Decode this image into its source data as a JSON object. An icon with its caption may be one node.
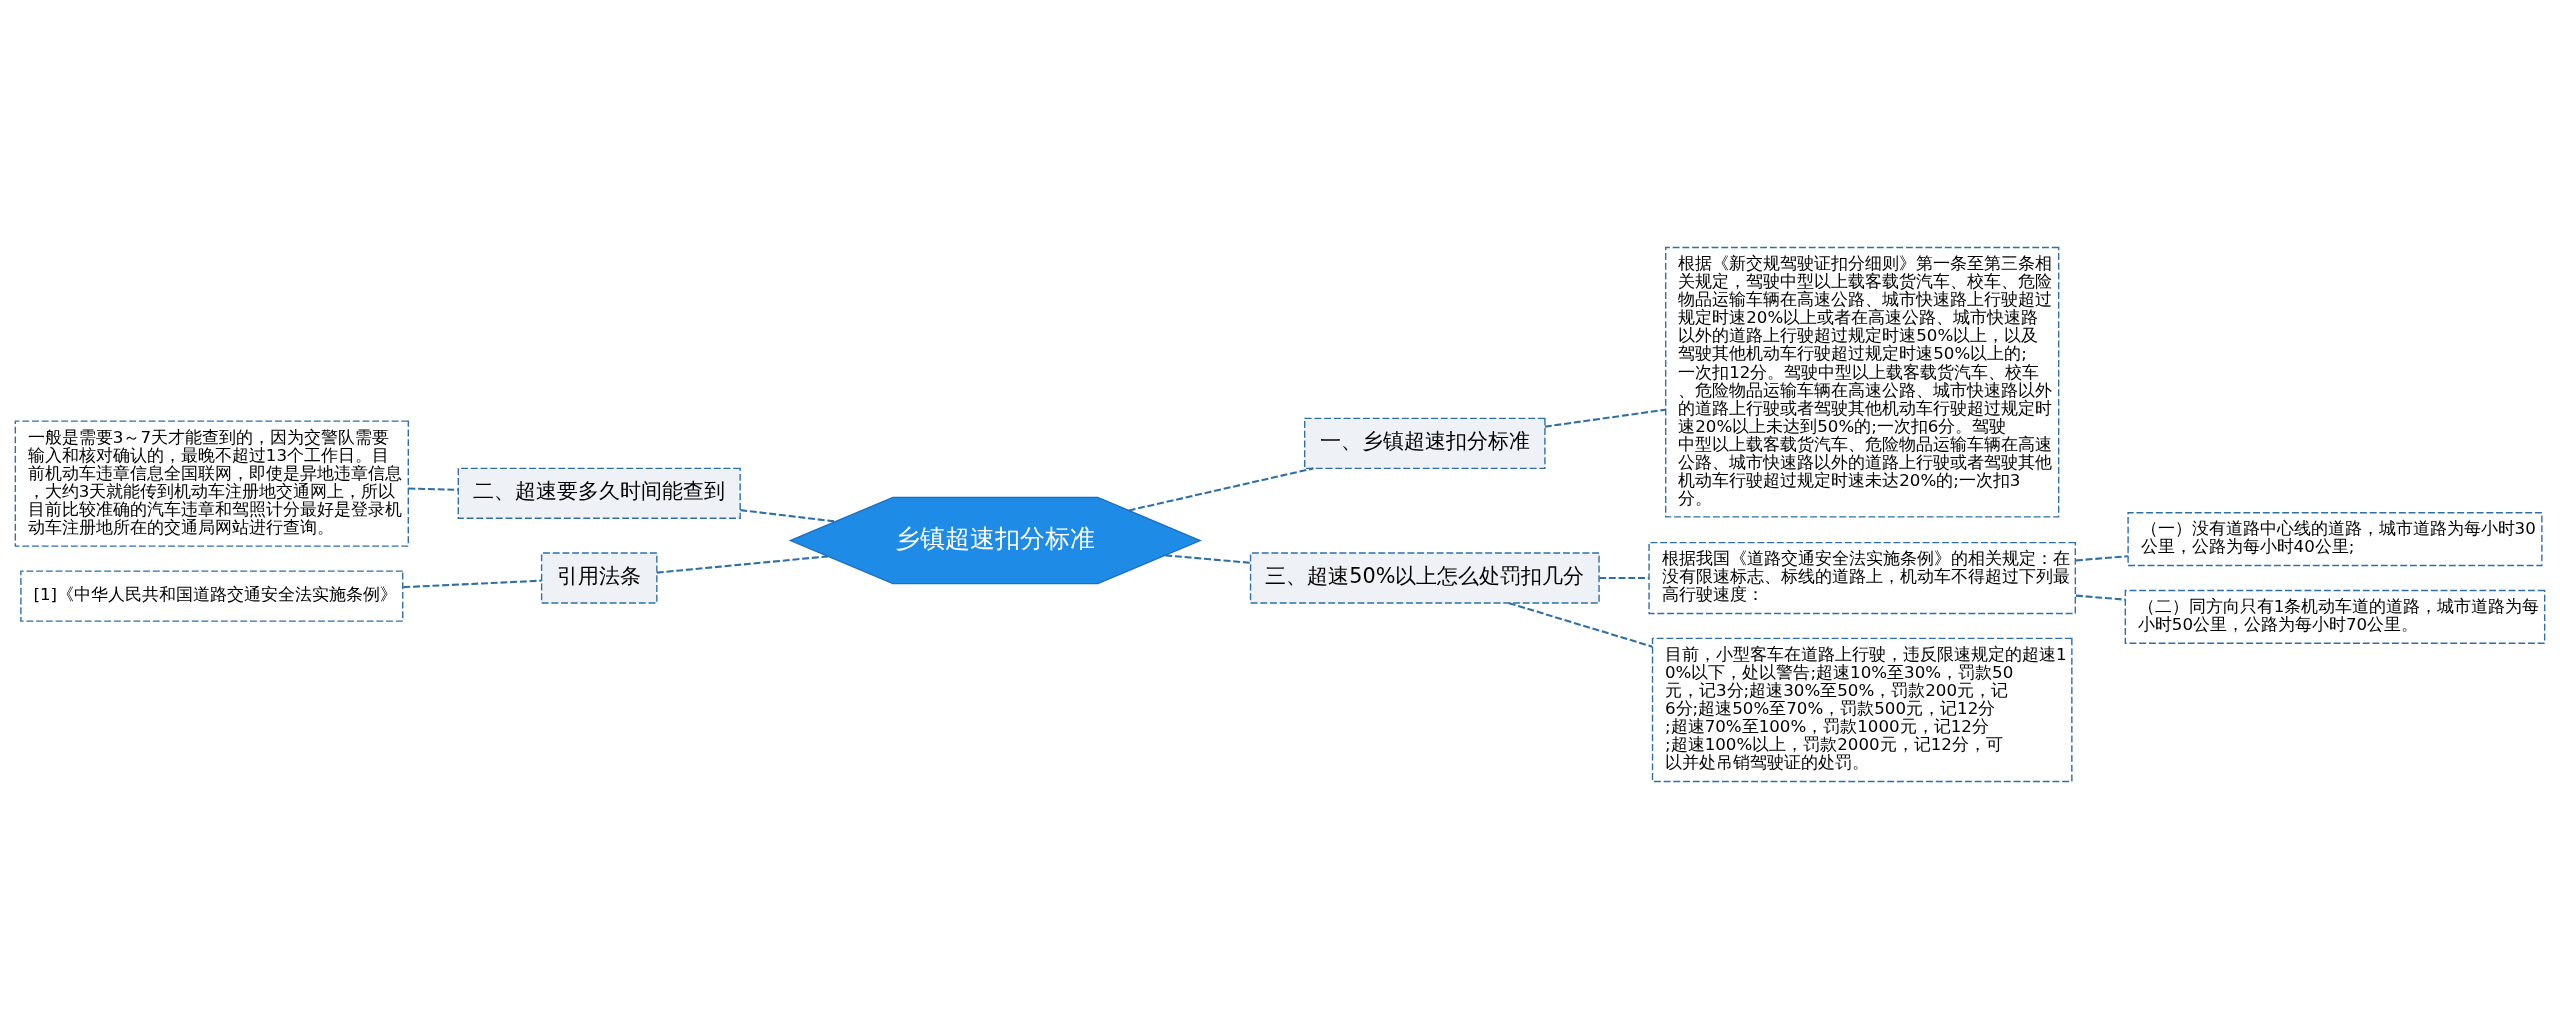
{
  "diagram": {
    "nodes": [
      {
        "text": [
          "乡镇超速扣分标准"
        ]
      },
      {
        "text": [
          "一、乡镇超速扣分标准"
        ]
      },
      {
        "text": [
          "根据《新交规驾驶证扣分细则》第一条至第三条相关规定，驾驶中型以上载客载货汽车、校车、危险物品运输车辆在高速公路、城市快速路上行驶超过规定时速20%以上或者在高速公路、城市快速路以外的道路上行驶超过规定时速50%以上，以及驾驶其他机动车行驶超过规定时速50%以上的;一次扣12分。驾驶中型以上载客载货汽车、校车、危险物品运输车辆在高速公路、城市快速路以外的道路上行驶或者驾驶其他机动车行驶超过规定时速20%以上未达到50%的;一次扣6分。驾驶中型以上载客载货汽车、危险物品运输车辆在高速公路、城市快速路以外的道路上行驶或者驾驶其他机动车行驶超过规定时速未达20%的;一次扣3分。"
        ]
      },
      {
        "text": [
          "三、超速50%以上怎么处罚扣几分"
        ]
      },
      {
        "text": [
          "根据我国《道路交通安全法实施条例》的相关规定：在没有限速标志、标线的道路上，机动车不得超过下列最高行驶速度："
        ]
      },
      {
        "text": [
          "（一）没有道路中心线的道路，城市道路为每小时30公里，公路为每小时40公里;"
        ]
      },
      {
        "text": [
          "（二）同方向只有1条机动车道的道路，城市道路为每小时50公里，公路为每小时70公里。"
        ]
      },
      {
        "text": [
          "目前，小型客车在道路上行驶，违反限速规定的超速10%以下，处以警告;超速10%至30%，罚款50元，记3分;超速30%至50%，罚款200元，记6分;超速50%至70%，罚款500元，记12分;超速70%至100%，罚款1000元，记12分;超速100%以上，罚款2000元，记12分，可以并处吊销驾驶证的处罚。"
        ]
      },
      {
        "text": [
          "二、超速要多久时间能查到"
        ]
      },
      {
        "text": [
          "一般是需要3～7天才能查到的，因为交警队需要输入和核对确认的，最晚不超过13个工作日。目前机动车违章信息全国联网，即使是异地违章信息，大约3天就能传到机动车注册地交通网上，所以目前比较准确的汽车违章和驾照计分最好是登录机动车注册地所在的交通局网站进行查询。"
        ]
      },
      {
        "text": [
          "引用法条"
        ]
      },
      {
        "text": [
          "[1]《中华人民共和国道路交通安全法实施条例》"
        ]
      }
    ],
    "edges": [
      {
        "from": 0,
        "to": 1,
        "arrow": "none",
        "style": "dashed"
      },
      {
        "from": 1,
        "to": 2,
        "arrow": "none",
        "style": "dashed"
      },
      {
        "from": 0,
        "to": 3,
        "arrow": "none",
        "style": "dashed"
      },
      {
        "from": 3,
        "to": 4,
        "arrow": "none",
        "style": "dashed"
      },
      {
        "from": 4,
        "to": 5,
        "arrow": "none",
        "style": "dashed"
      },
      {
        "from": 4,
        "to": 6,
        "arrow": "none",
        "style": "dashed"
      },
      {
        "from": 3,
        "to": 7,
        "arrow": "none",
        "style": "dashed"
      },
      {
        "from": 0,
        "to": 8,
        "arrow": "none",
        "style": "dashed"
      },
      {
        "from": 8,
        "to": 9,
        "arrow": "none",
        "style": "dashed"
      },
      {
        "from": 0,
        "to": 10,
        "arrow": "none",
        "style": "dashed"
      },
      {
        "from": 10,
        "to": 11,
        "arrow": "none",
        "style": "dashed"
      }
    ]
  }
}
